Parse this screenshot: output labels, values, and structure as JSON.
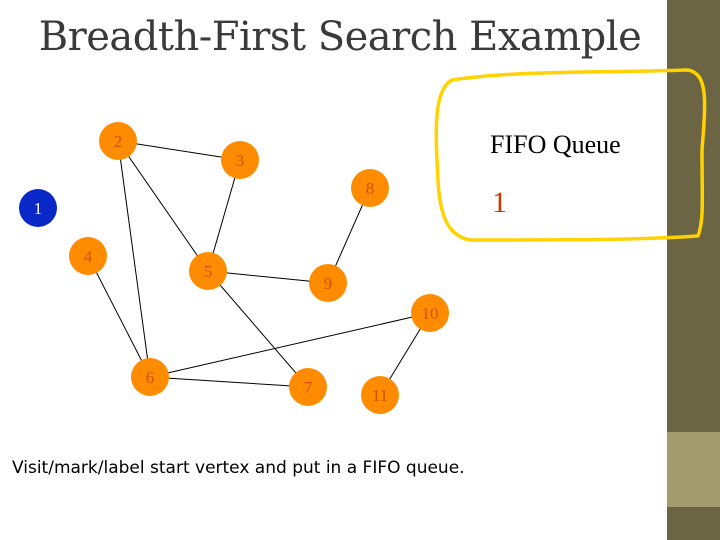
{
  "title": "Breadth-First Search Example",
  "queue": {
    "title": "FIFO Queue",
    "items": [
      "1"
    ]
  },
  "caption": "Visit/mark/label start vertex and put in a FIFO queue.",
  "colors": {
    "node_unvisited": "#ff8c00",
    "node_visited": "#0a28c8",
    "node_label_unvisited": "#cc5200",
    "node_label_visited": "#ffffff",
    "edge": "#000000",
    "highlight": "#ffd200",
    "queue_item": "#c83c00",
    "sidebar": "#6b6544",
    "sidebar_accent": "#a39c6e"
  },
  "graph": {
    "nodes": [
      {
        "id": "1",
        "visited": true
      },
      {
        "id": "2",
        "visited": false
      },
      {
        "id": "3",
        "visited": false
      },
      {
        "id": "4",
        "visited": false
      },
      {
        "id": "5",
        "visited": false
      },
      {
        "id": "6",
        "visited": false
      },
      {
        "id": "7",
        "visited": false
      },
      {
        "id": "8",
        "visited": false
      },
      {
        "id": "9",
        "visited": false
      },
      {
        "id": "10",
        "visited": false
      },
      {
        "id": "11",
        "visited": false
      }
    ],
    "edges": [
      [
        "2",
        "3"
      ],
      [
        "2",
        "5"
      ],
      [
        "2",
        "6"
      ],
      [
        "3",
        "5"
      ],
      [
        "4",
        "6"
      ],
      [
        "5",
        "9"
      ],
      [
        "5",
        "7"
      ],
      [
        "8",
        "9"
      ],
      [
        "6",
        "10"
      ],
      [
        "6",
        "7"
      ],
      [
        "10",
        "11"
      ]
    ]
  }
}
